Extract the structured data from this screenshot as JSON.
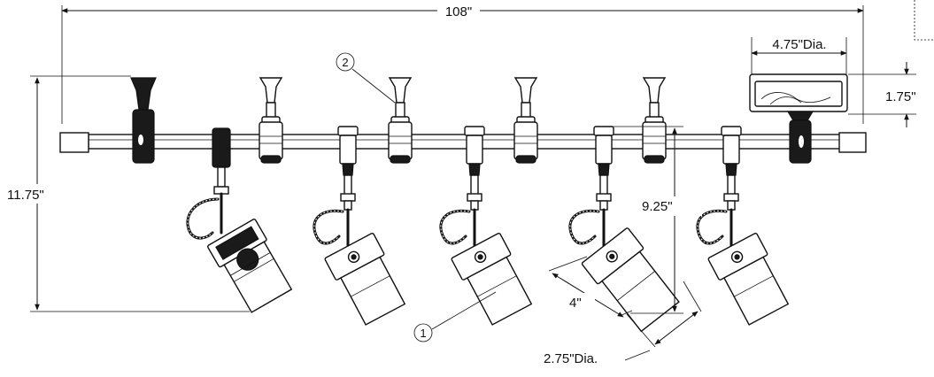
{
  "dimensions": {
    "overall_length": "108\"",
    "canopy_diameter": "4.75\"Dia.",
    "canopy_height": "1.75\"",
    "overall_height": "11.75\"",
    "fixture_drop": "9.25\"",
    "head_length": "4\"",
    "head_diameter": "2.75\"Dia."
  },
  "callouts": {
    "lamp_head": "1",
    "connector": "2"
  },
  "colors": {
    "line": "#111111",
    "background": "#ffffff"
  }
}
